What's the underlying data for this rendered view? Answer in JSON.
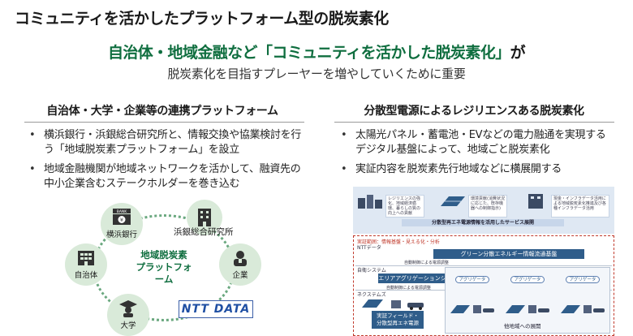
{
  "page": {
    "title": "コミュニティを活かしたプラットフォーム型の脱炭素化",
    "headline_main": "自治体・地域金融など「コミュニティを活かした脱炭素化」",
    "headline_suffix": "が",
    "subhead": "脱炭素化を目指すプレーヤーを増やしていくために重要"
  },
  "left": {
    "heading": "自治体・大学・企業等の連携プラットフォーム",
    "bullets": [
      "横浜銀行・浜銀総合研究所と、情報交換や協業検討を行う「地域脱炭素プラットフォーム」を設立",
      "地域金融機関が地域ネットワークを活かして、融資先の中小企業含むステークホルダーを巻き込む"
    ],
    "diagram": {
      "center": [
        "地域脱炭素",
        "プラットフォーム"
      ],
      "bank_sign": "BANK",
      "nodes": {
        "bank": "横浜銀行",
        "research": "浜銀総合研究所",
        "municipality": "自治体",
        "company": "企業",
        "university": "大学"
      },
      "partner_logo": "NTT DATA"
    }
  },
  "right": {
    "heading": "分散型電源によるレジリエンスある脱炭素化",
    "bullets": [
      "太陽光パネル・蓄電池・EVなどの電力融通を実現するデジタル基盤によって、地域ごと脱炭素化",
      "実証内容を脱炭素先行地域などに横展開する"
    ],
    "figure": {
      "notes": [
        "レジリエンスの強化、地域経済循環、暮らしの質の向上への貢献",
        "環境貢献(消費状況に応じた、既存機器への制御指示)",
        "現金・インフラデータ活用による地域脱炭素化推進及び各種インフラデータ活用"
      ],
      "band": "分散型再エネ電源情報を活用したサービス展開",
      "caption": "実証範囲：情報基盤・見える化・分析",
      "row_ntt": "NTTデータ",
      "bar_green": "グリーン分散エネルギー情報流通基盤",
      "sub_label_1": "自動制御による電源調整",
      "row_system": "自衛システム",
      "bar_area": "エリアアグリゲーションシステム",
      "sub_label_2": "自動制御による電源調整",
      "row_network": "ネクステムズ",
      "bar_field": [
        "実証フィールド・",
        "分散型再エネ電源"
      ],
      "pills": [
        "アグリゲータ",
        "アグリゲータ",
        "アグリゲータ"
      ],
      "region_label": "他地域への展開"
    }
  },
  "colors": {
    "brand_green": "#0f6e3f",
    "node_bg": "#d9ead9",
    "ntt_blue": "#1f4fa3",
    "figure_navy": "#2f5d8a",
    "dashed_red": "#c0392b"
  }
}
